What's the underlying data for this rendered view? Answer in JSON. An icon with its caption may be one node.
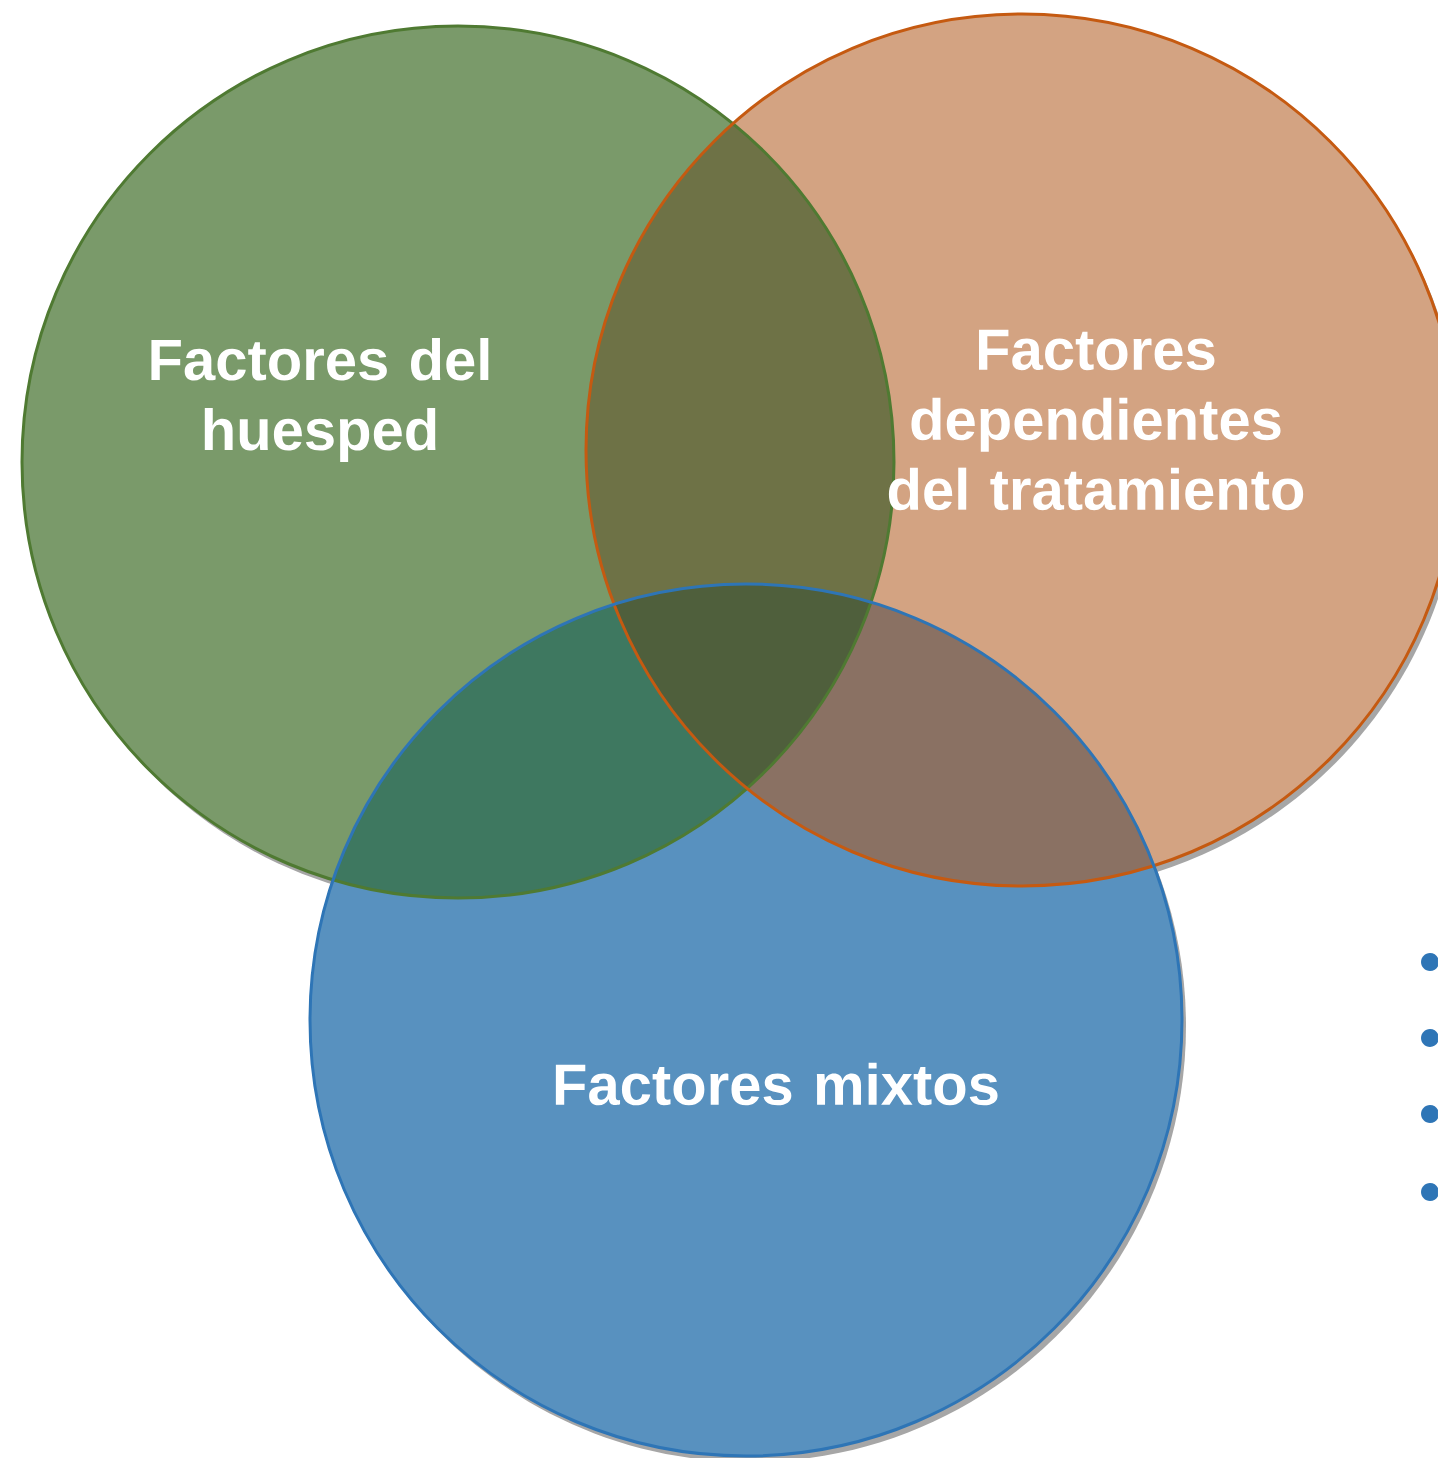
{
  "diagram": {
    "nodes": [
      {
        "text": [
          "Factores del huesped"
        ]
      },
      {
        "text": [
          "Factores dependientes del tratamiento"
        ]
      },
      {
        "text": [
          "Factores mixtos"
        ]
      }
    ]
  }
}
